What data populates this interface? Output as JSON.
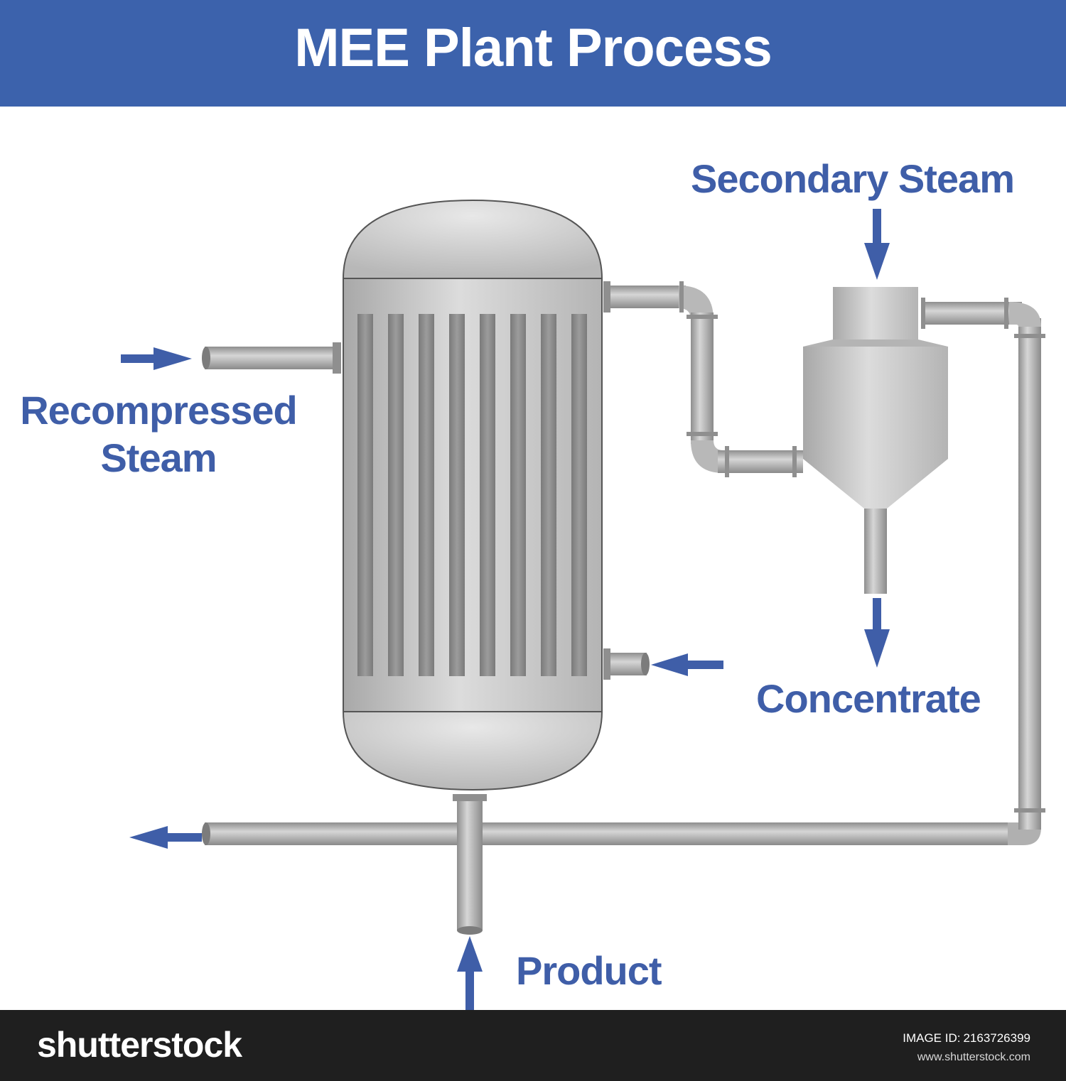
{
  "header": {
    "title": "MEE Plant Process"
  },
  "labels": {
    "recompressed_steam_line1": "Recompressed",
    "recompressed_steam_line2": "Steam",
    "secondary_steam": "Secondary Steam",
    "concentrate": "Concentrate",
    "product": "Product"
  },
  "watermark": {
    "logo": "shutterstock",
    "image_id_label": "IMAGE ID:",
    "image_id": "2163726399",
    "url": "www.shutterstock.com"
  },
  "colors": {
    "title_bar": "#3c62ac",
    "label_text": "#3f5ea8",
    "arrow": "#3f5ea8",
    "vessel": "#c8c8c8",
    "tube": "#8a8a8a"
  }
}
